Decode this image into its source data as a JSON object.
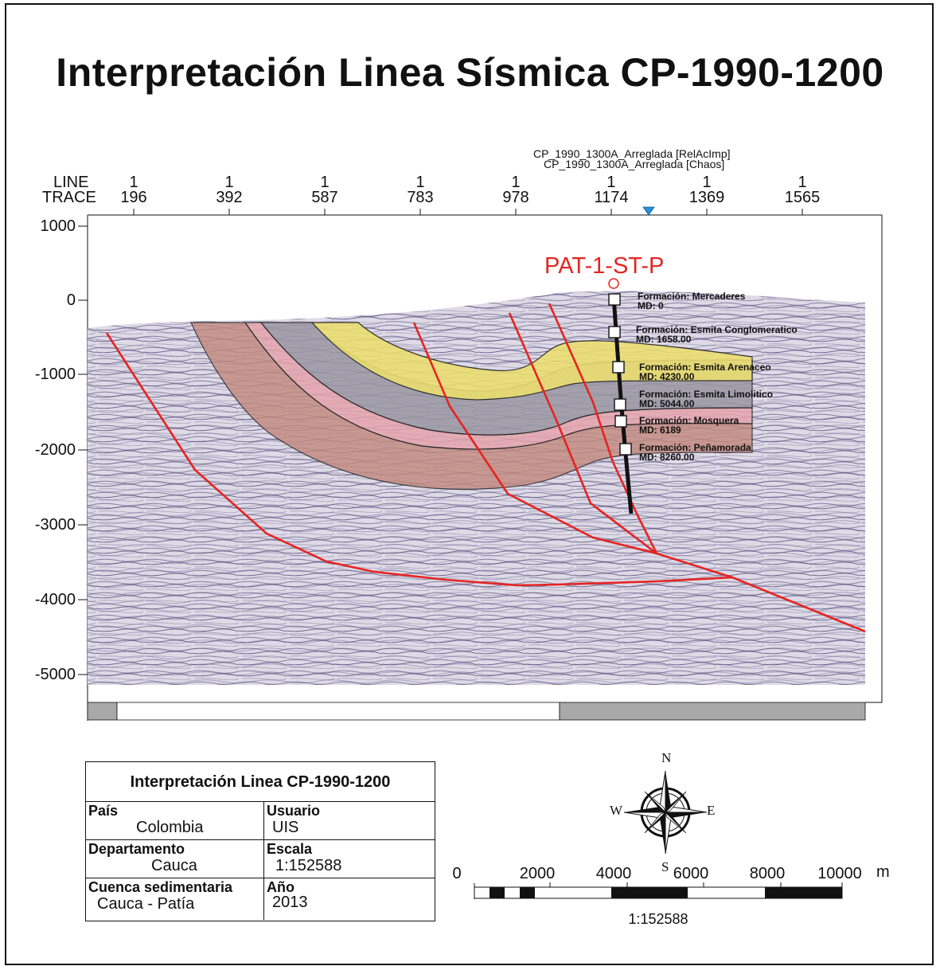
{
  "title": "Interpretación Linea Sísmica CP-1990-1200",
  "header": {
    "line_label": "LINE",
    "trace_label": "TRACE",
    "columns": [
      {
        "line": "1",
        "trace": "196"
      },
      {
        "line": "1",
        "trace": "392"
      },
      {
        "line": "1",
        "trace": "587"
      },
      {
        "line": "1",
        "trace": "783"
      },
      {
        "line": "1",
        "trace": "978"
      },
      {
        "line": "1",
        "trace": "1174"
      },
      {
        "line": "1",
        "trace": "1369"
      },
      {
        "line": "1",
        "trace": "1565"
      }
    ],
    "seismic_labels": [
      "CP_1990_1300A_Arreglada [RelAcImp]",
      "CP_1990_1300A_Arreglada [Chaos]"
    ]
  },
  "depth_axis": {
    "ticks": [
      "1000",
      "0",
      "-1000",
      "-2000",
      "-3000",
      "-4000",
      "-5000"
    ]
  },
  "well": {
    "name": "PAT-1-ST-P",
    "formations": [
      {
        "name": "Formación: Mercaderes",
        "md": "MD: 0"
      },
      {
        "name": "Formación: Esmita Conglomeratico",
        "md": "MD: 1658.00"
      },
      {
        "name": "Formación: Esmita Arenaceo",
        "md": "MD: 4230.00"
      },
      {
        "name": "Formación: Esmita Limolitico",
        "md": "MD: 5044.00"
      },
      {
        "name": "Formación: Mosquera",
        "md": "MD: 6189"
      },
      {
        "name": "Formación: Peñamorada",
        "md": "MD: 8260.00"
      }
    ]
  },
  "colors": {
    "fault": "#e52421",
    "yellow_layer": "#ecdf6f",
    "gray_layer": "#9b98a4",
    "pink_layer": "#e6a4ad",
    "brown_layer": "#c48a80",
    "seismic_bg": "#d8d3e2"
  },
  "info_table": {
    "title": "Interpretación Linea CP-1990-1200",
    "rows": [
      {
        "left_key": "País",
        "left_val": "Colombia",
        "right_key": "Usuario",
        "right_val": "UIS"
      },
      {
        "left_key": "Departamento",
        "left_val": "Cauca",
        "right_key": "Escala",
        "right_val": "1:152588"
      },
      {
        "left_key": "Cuenca sedimentaria",
        "left_val": "Cauca - Patía",
        "right_key": "Año",
        "right_val": "2013"
      }
    ]
  },
  "scale_bar": {
    "labels": [
      "0",
      "2000",
      "4000",
      "6000",
      "8000",
      "10000"
    ],
    "unit": "m",
    "caption": "1:152588"
  },
  "compass": {
    "n": "N",
    "s": "S",
    "e": "E",
    "w": "W"
  }
}
